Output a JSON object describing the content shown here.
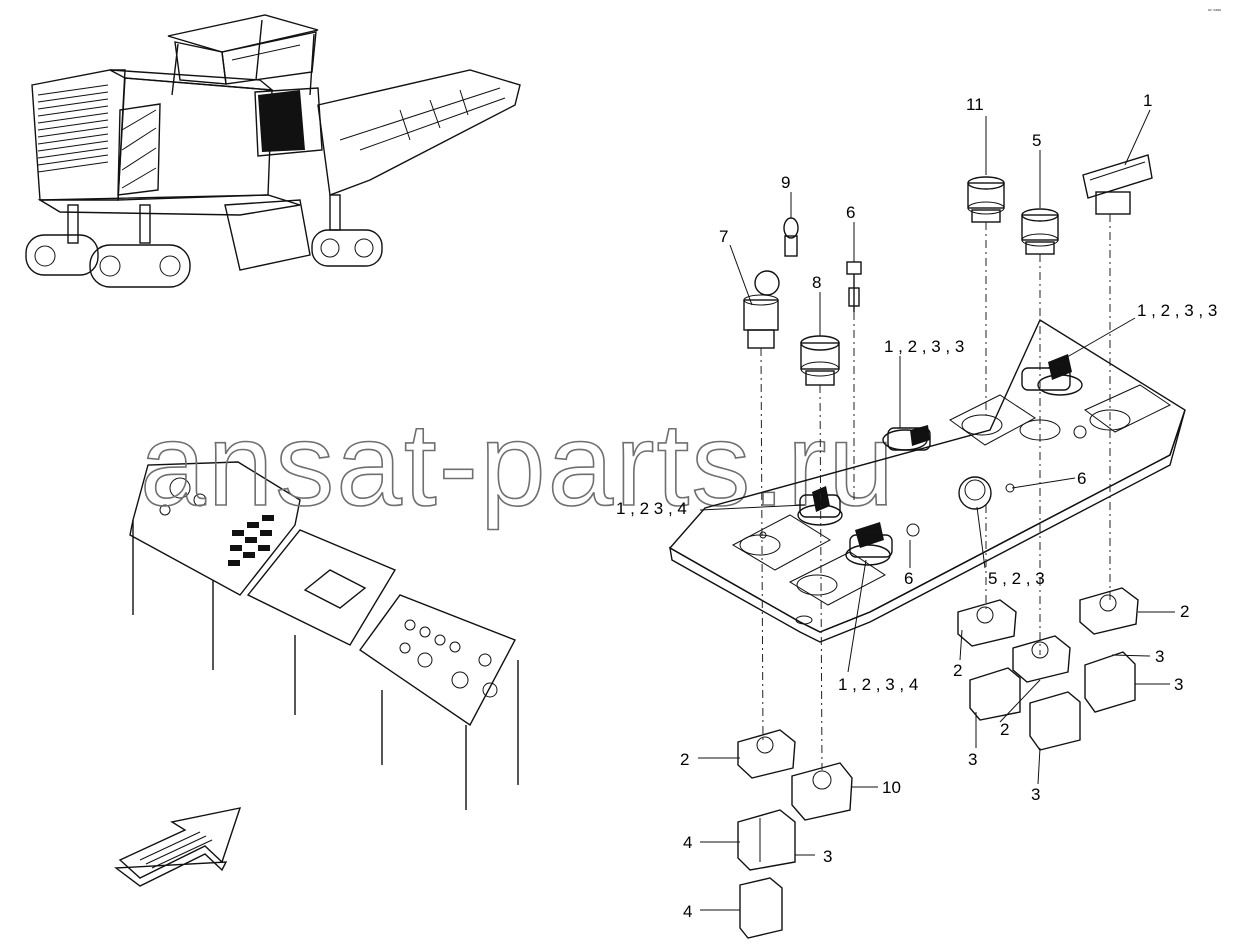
{
  "corner_mark": "ᵃᵒ ⁵ᵃᵃᵃ",
  "watermark": "ansat-parts.ru",
  "callouts": [
    {
      "id": "c11",
      "text": "11"
    },
    {
      "id": "c5",
      "text": "5"
    },
    {
      "id": "c1",
      "text": "1"
    },
    {
      "id": "c9",
      "text": "9"
    },
    {
      "id": "c6a",
      "text": "6"
    },
    {
      "id": "c7",
      "text": "7"
    },
    {
      "id": "c8",
      "text": "8"
    },
    {
      "id": "c1233a",
      "text": "1 , 2 , 3 , 3"
    },
    {
      "id": "c1233b",
      "text": "1 , 2 , 3 , 3"
    },
    {
      "id": "c1234a",
      "text": "1 , 2   3 , 4"
    },
    {
      "id": "c6b",
      "text": "6"
    },
    {
      "id": "c6c",
      "text": "6"
    },
    {
      "id": "c523",
      "text": "5 , 2 , 3"
    },
    {
      "id": "c1234b",
      "text": "1 , 2 , 3 , 4"
    },
    {
      "id": "c2a",
      "text": "2"
    },
    {
      "id": "c2b",
      "text": "2"
    },
    {
      "id": "c3a",
      "text": "3"
    },
    {
      "id": "c3b",
      "text": "3"
    },
    {
      "id": "c2c",
      "text": "2"
    },
    {
      "id": "c3c",
      "text": "3"
    },
    {
      "id": "c3d",
      "text": "3"
    },
    {
      "id": "c2d",
      "text": "2"
    },
    {
      "id": "c10",
      "text": "10"
    },
    {
      "id": "c4a",
      "text": "4"
    },
    {
      "id": "c3e",
      "text": "3"
    },
    {
      "id": "c4b",
      "text": "4"
    }
  ]
}
